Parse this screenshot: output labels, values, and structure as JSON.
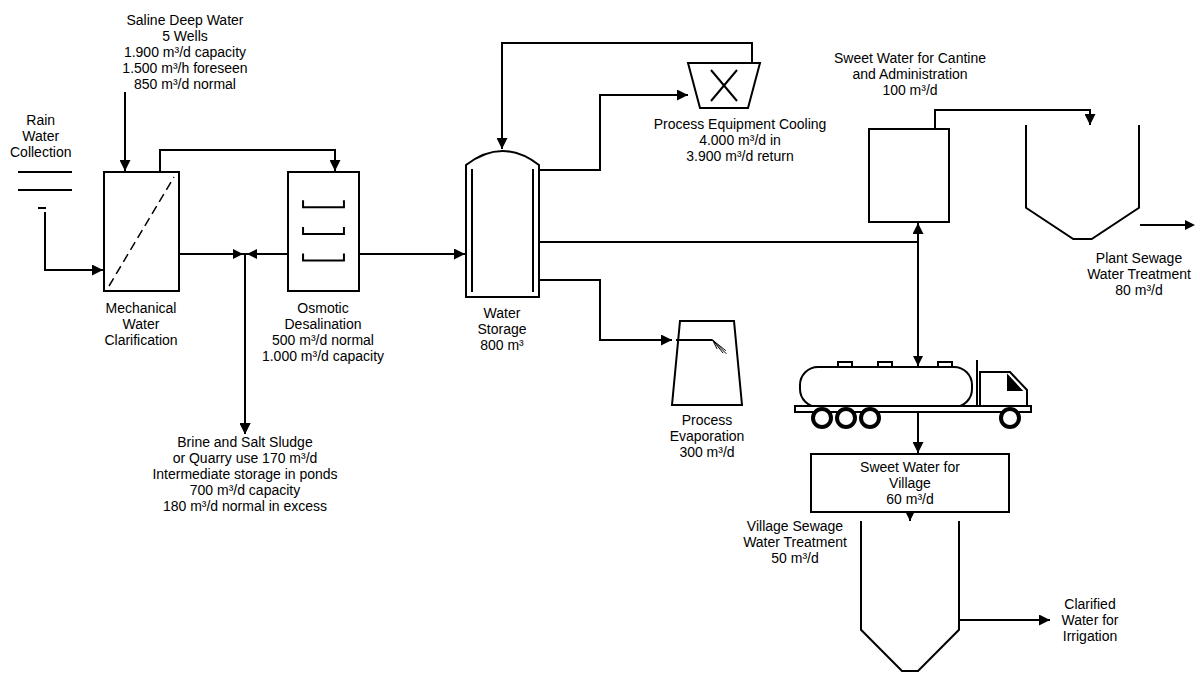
{
  "diagram": {
    "nodes": [
      {
        "text": [
          "Saline Deep Water",
          "5 Wells",
          "1.900 m³/d capacity",
          "1.500 m³/h foreseen",
          "850 m³/d normal"
        ]
      },
      {
        "text": [
          "Rain Water Collection"
        ]
      },
      {
        "text": [
          "Mechanical Water Clarification"
        ]
      },
      {
        "text": [
          "Osmotic Desalination",
          "500 m³/d normal",
          "1.000 m³/d capacity"
        ]
      },
      {
        "text": [
          "Water Storage",
          "800 m³"
        ]
      },
      {
        "text": [
          "Process Equipment Cooling",
          "4.000 m³/d in",
          "3.900 m³/d return"
        ]
      },
      {
        "text": [
          "Sweet Water for Cantine and Administration",
          "100 m³/d"
        ]
      },
      {
        "text": [
          "Plant Sewage Water Treatment",
          "80 m³/d"
        ]
      },
      {
        "text": [
          "Process Evaporation",
          "300 m³/d"
        ]
      },
      {
        "text": [
          "Sweet Water for Village",
          "60 m³/d"
        ]
      },
      {
        "text": [
          "Village Sewage Water Treatment",
          "50 m³/d"
        ]
      },
      {
        "text": [
          "Clarified Water for Irrigation"
        ]
      },
      {
        "text": [
          "Brine and Salt Sludge",
          "or Quarry use 170 m³/d",
          "Intermediate storage in ponds",
          "700 m³/d capacity",
          "180 m³/d normal in excess"
        ]
      }
    ],
    "edges": [
      {
        "from": 0,
        "to": 2,
        "arrow": "to"
      },
      {
        "from": 1,
        "to": 2,
        "arrow": "to"
      },
      {
        "from": 2,
        "to": 3,
        "arrow": "to"
      },
      {
        "from": 2,
        "to": 12,
        "arrow": "to"
      },
      {
        "from": 3,
        "to": 12,
        "arrow": "to"
      },
      {
        "from": 3,
        "to": 4,
        "arrow": "to"
      },
      {
        "from": 4,
        "to": 5,
        "arrow": "to"
      },
      {
        "from": 5,
        "to": 4,
        "arrow": "to"
      },
      {
        "from": 4,
        "to": 6,
        "arrow": "to"
      },
      {
        "from": 6,
        "to": 7,
        "arrow": "to"
      },
      {
        "from": 4,
        "to": 8,
        "arrow": "to"
      },
      {
        "from": 4,
        "to": 9,
        "arrow": "to"
      },
      {
        "from": 9,
        "to": 10,
        "arrow": "to"
      },
      {
        "from": 10,
        "to": 11,
        "arrow": "to"
      }
    ]
  }
}
